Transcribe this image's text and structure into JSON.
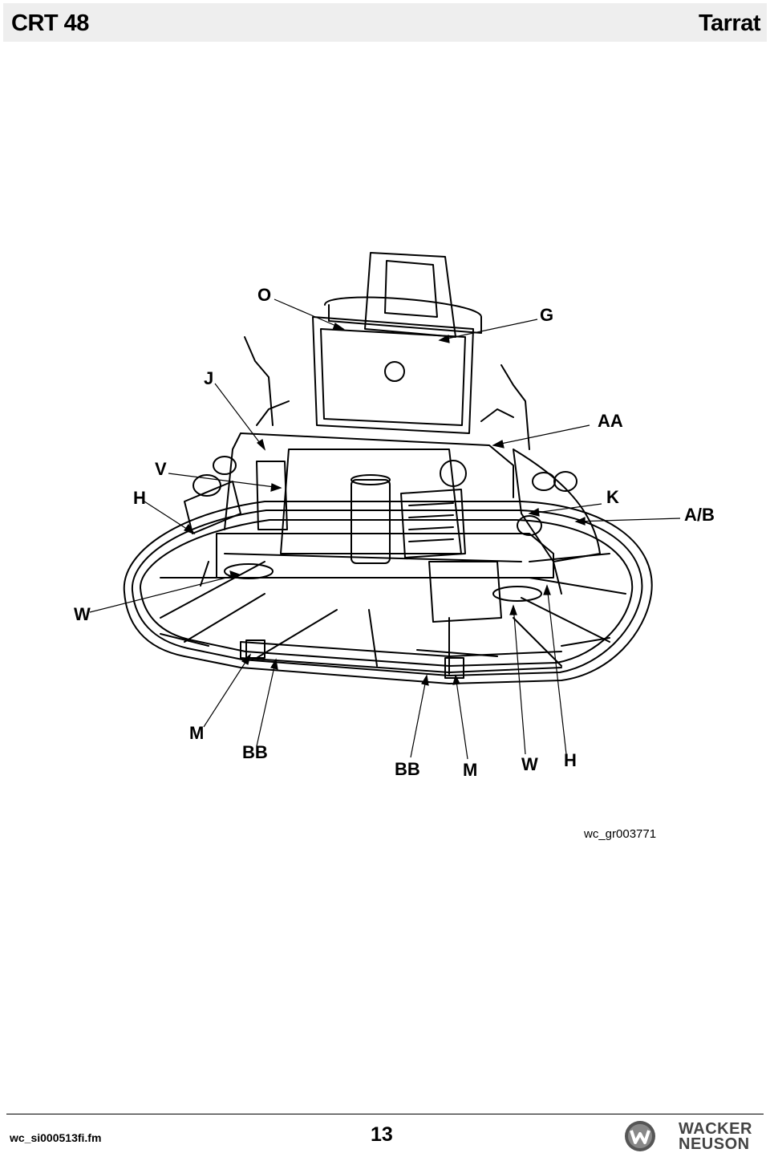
{
  "header": {
    "model": "CRT 48",
    "section": "Tarrat"
  },
  "callouts": {
    "o": "O",
    "g": "G",
    "j": "J",
    "aa": "AA",
    "v": "V",
    "h_left": "H",
    "k": "K",
    "ab": "A/B",
    "w_left": "W",
    "m_left": "M",
    "bb_left": "BB",
    "bb_right": "BB",
    "m_right": "M",
    "w_right": "W",
    "h_right": "H"
  },
  "figure_id": "wc_gr003771",
  "footer": {
    "filename": "wc_si000513fi.fm",
    "page": "13",
    "brand_line1": "WACKER",
    "brand_line2": "NEUSON"
  },
  "colors": {
    "header_bg": "#eeeeee",
    "ink": "#000000"
  }
}
